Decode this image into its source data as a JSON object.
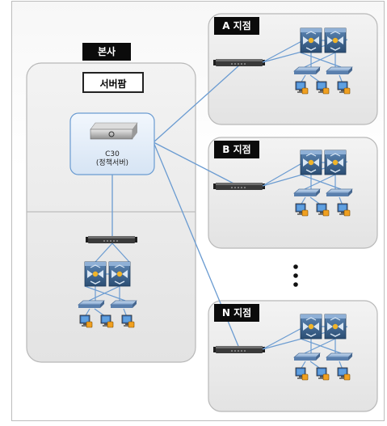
{
  "hq": {
    "label": "본사",
    "server_farm_label": "서버팜",
    "policy_server": {
      "model": "C30",
      "role": "(정책서버)"
    }
  },
  "branches": [
    {
      "label": "A 지점"
    },
    {
      "label": "B 지점"
    },
    {
      "label": "N 지점"
    }
  ],
  "colors": {
    "link": "#6a9bd1",
    "branch_bg": "#ececec",
    "branch_border": "#b8b8b8",
    "hq_bg": "#ececec",
    "firewall_body": "#3a5f86",
    "switch_body": "#9cb9dc",
    "appliance_body": "#2e2e2e",
    "tag_bg": "#0b0b0b"
  },
  "icons": [
    "router-appliance-icon",
    "firewall-icon",
    "switch-icon",
    "pc-icon",
    "server-icon",
    "ellipsis-icon"
  ]
}
